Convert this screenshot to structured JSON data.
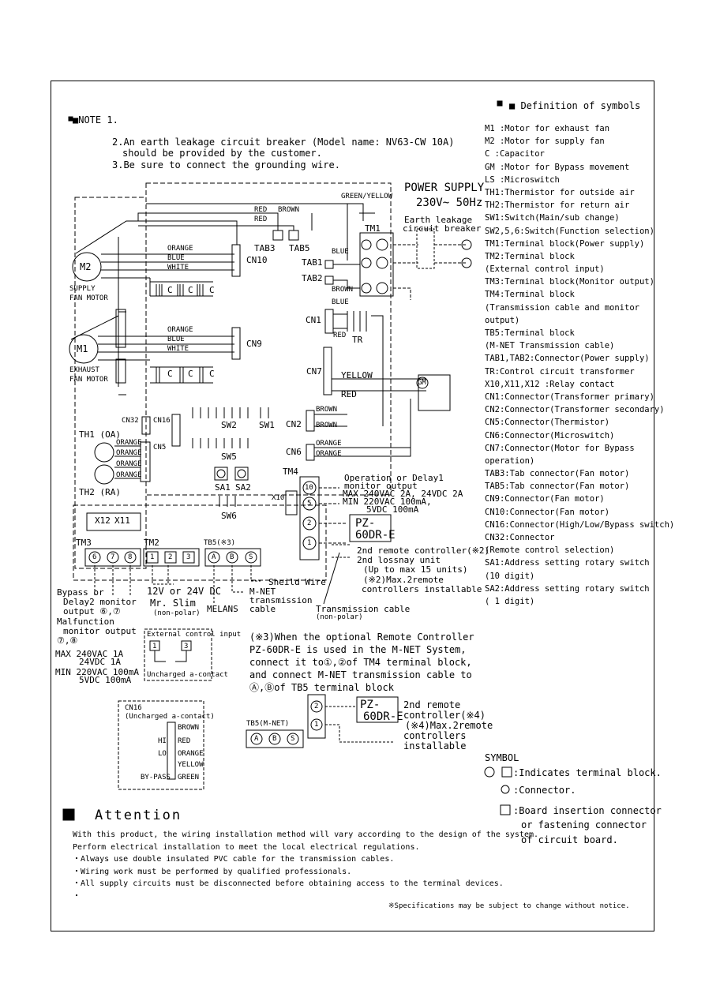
{
  "notes": {
    "title": "■NOTE  1.",
    "n2a": "2.An earth leakage circuit breaker (Model name: NV63-CW 10A)",
    "n2b": "should be provided by the customer.",
    "n3": "3.Be sure to connect the grounding wire."
  },
  "power_supply": {
    "title": "POWER SUPPLY",
    "rating": "230V~ 50Hz",
    "breaker_a": "Earth leakage",
    "breaker_b": "circuit breaker"
  },
  "definitions": {
    "title": "■  Definition of symbols",
    "items": [
      "M1 :Motor for exhaust fan",
      "M2 :Motor for supply fan",
      "C  :Capacitor",
      "GM :Motor for Bypass movement",
      "LS :Microswitch",
      "TH1:Thermistor for outside air",
      "TH2:Thermistor for return air",
      "SW1:Switch(Main/sub change)",
      "SW2,5,6:Switch(Function selection)",
      "TM1:Terminal block(Power supply)",
      "TM2:Terminal block",
      "     (External control input)",
      "TM3:Terminal block(Monitor output)",
      "TM4:Terminal block",
      "     (Transmission cable and monitor",
      "      output)",
      "TB5:Terminal block",
      "     (M-NET Transmission cable)",
      "TAB1,TAB2:Connector(Power supply)",
      "TR:Control circuit transformer",
      "X10,X11,X12 :Relay contact",
      "CN1:Connector(Transformer primary)",
      "CN2:Connector(Transformer secondary)",
      "CN5:Connector(Thermistor)",
      "CN6:Connector(Microswitch)",
      "CN7:Connector(Motor for Bypass",
      "               operation)",
      "TAB3:Tab connector(Fan motor)",
      "TAB5:Tab connector(Fan motor)",
      "CN9:Connector(Fan motor)",
      "CN10:Connector(Fan motor)",
      "CN16:Connector(High/Low/Bypass switch)",
      "CN32:Connector",
      "     (Remote control selection)",
      "SA1:Address setting rotary switch",
      "                       (10 digit)",
      "SA2:Address setting rotary switch",
      "                       ( 1 digit)"
    ]
  },
  "labels": {
    "green_yellow": "GREEN/YELLOW",
    "red": "RED",
    "brown": "BROWN",
    "red2": "RED",
    "tab3": "TAB3",
    "tab5": "TAB5",
    "tm1": "TM1",
    "tab1": "TAB1",
    "tab2": "TAB2",
    "blue": "BLUE",
    "brown2": "BROWN",
    "blue2": "BLUE",
    "cn1": "CN1",
    "red3": "RED",
    "tr": "TR",
    "cn7": "CN7",
    "yellow": "YELLOW",
    "red4": "RED",
    "gm": "GM",
    "cn10": "CN10",
    "orange": "ORANGE",
    "blue3": "BLUE",
    "white": "WHITE",
    "cn9": "CN9",
    "orange2": "ORANGE",
    "blue4": "BLUE",
    "white2": "WHITE",
    "m2": "M2",
    "supply_a": "SUPPLY",
    "supply_b": "FAN MOTOR",
    "m1": "M1",
    "exhaust_a": "EXHAUST",
    "exhaust_b": "FAN MOTOR",
    "c": "C",
    "cn32": "CN32",
    "cn16": "CN16",
    "cn5": "CN5",
    "th1": "TH1 (OA)",
    "th2": "TH2 (RA)",
    "orange_t": "ORANGE",
    "sw2": "SW2",
    "sw1": "SW1",
    "sw5": "SW5",
    "sw6": "SW6",
    "sa1": "SA1",
    "sa2": "SA2",
    "cn2": "CN2",
    "brown3": "BROWN",
    "brown4": "BROWN",
    "cn6": "CN6",
    "orange3": "ORANGE",
    "orange4": "ORANGE",
    "tm4": "TM4",
    "x10": "X10",
    "x12": "X12",
    "x11": "X11",
    "tm3": "TM3",
    "tm2": "TM2",
    "tb5": "TB5(※3)",
    "t6": "6",
    "t7": "7",
    "t8": "8",
    "t1": "1",
    "t2": "2",
    "t3": "3",
    "tA": "A",
    "tB": "B",
    "tS": "S",
    "t10": "10",
    "t5": "5",
    "t2b": "2",
    "t1b": "1",
    "op_a": "Operation or Delay1",
    "op_b": "monitor output",
    "op_c": "MAX  240VAC 2A, 24VDC 2A",
    "op_d": "MIN  220VAC 100mA,",
    "op_e": "5VDC 100mA",
    "pz_a": "PZ-",
    "pz_b": "60DR-E",
    "rc_a": "2nd remote controller(※2)",
    "rc_b": "2nd lossnay unit",
    "rc_c": "(Up to max 15 units)",
    "rc_d": "(※2)Max.2remote",
    "rc_e": "controllers installable",
    "shield": "Sheild Wire",
    "mnet_a": "M-NET",
    "mnet_b": "transmission",
    "mnet_c": "cable",
    "melans": "MELANS",
    "trans_a": "Transmission cable",
    "trans_b": "(non-polar)",
    "mr_a": "12V or 24V DC",
    "mr_b": "Mr. Slim",
    "mr_c": "(non-polar)",
    "bp_a": "Bypass or",
    "bp_b": "Delay2 monitor",
    "bp_c": "output ⑥,⑦",
    "mf_a": "Malfunction",
    "mf_b": "monitor output",
    "mf_c": "⑦,⑧",
    "mx_a": "MAX 240VAC 1A",
    "mx_b": "24VDC 1A",
    "mn_a": "MIN  220VAC 100mA",
    "mn_b": "5VDC 100mA",
    "ext_title": "External control input",
    "ext_1": "1",
    "ext_3": "3",
    "ext_sub": "Uncharged a-contact",
    "cn16b_a": "CN16",
    "cn16b_b": "(Uncharged a-contact)",
    "w_brown": "BROWN",
    "w_red": "RED",
    "w_orange": "ORANGE",
    "w_yellow": "YELLOW",
    "w_green": "GREEN",
    "hi": "HI",
    "lo": "LO",
    "bypass": "BY-PASS",
    "n3a": "(※3)When the optional Remote Controller",
    "n3b": "PZ-60DR-E is used in the M-NET System,",
    "n3c": "connect it to①,②of TM4 terminal block,",
    "n3d": "and connect M-NET transmission cable to",
    "n3e": "Ⓐ,Ⓑof TB5 terminal block",
    "tb5m": "TB5(M-NET)",
    "pz2_a": "PZ-",
    "pz2_b": "60DR-E",
    "r2_a": "2nd remote",
    "r2_b": "controller(※4)",
    "r2_c": "(※4)Max.2remote",
    "r2_d": "controllers",
    "r2_e": "installable",
    "symbol": "SYMBOL",
    "sym1": ":Indicates terminal block.",
    "sym2": ":Connector.",
    "sym3a": ":Board insertion connector",
    "sym3b": "or fastening connector",
    "sym3c": "of circuit board."
  },
  "attention": {
    "title": "Attention",
    "lines": [
      "With this product, the wiring installation method will vary according to the design of the system.",
      "Perform electrical installation to meet the local electrical regulations.",
      "・Always use double insulated PVC cable for the transmission cables.",
      "・Wiring work must be performed by qualified professionals.",
      "・All supply circuits must be disconnected before obtaining access to the terminal devices.",
      "・"
    ],
    "footer": "※Specifications may be subject to change without notice."
  }
}
